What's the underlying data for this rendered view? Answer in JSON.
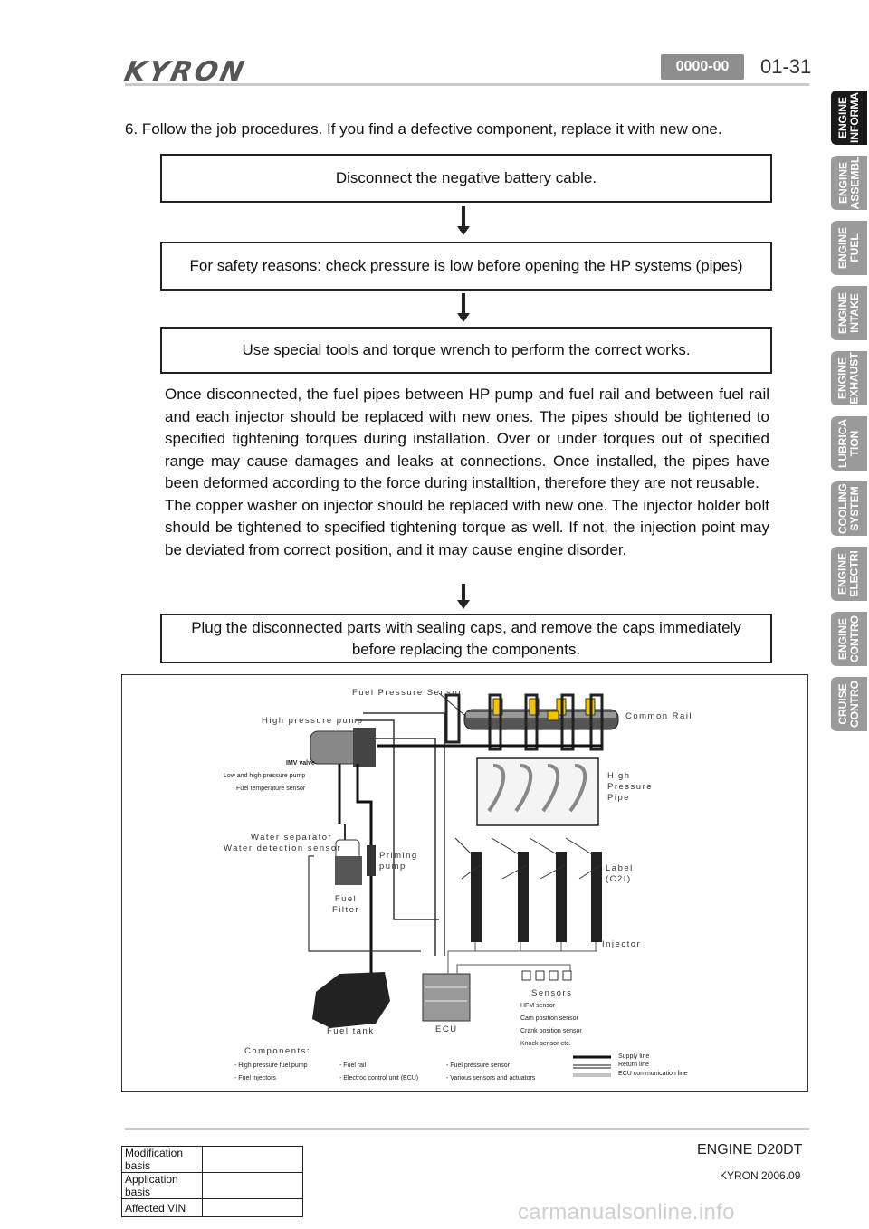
{
  "header": {
    "logo": "KYRON",
    "section_code": "0000-00",
    "page_number": "01-31"
  },
  "side_tabs": [
    {
      "label": "ENGINE\nINFORMA",
      "active": true
    },
    {
      "label": "ENGINE\nASSEMBL",
      "active": false
    },
    {
      "label": "ENGINE\nFUEL",
      "active": false
    },
    {
      "label": "ENGINE\nINTAKE",
      "active": false
    },
    {
      "label": "ENGINE\nEXHAUST",
      "active": false
    },
    {
      "label": "LUBRICA\nTION",
      "active": false
    },
    {
      "label": "COOLING\nSYSTEM",
      "active": false
    },
    {
      "label": "ENGINE\nELECTRI",
      "active": false
    },
    {
      "label": "ENGINE\nCONTRO",
      "active": false
    },
    {
      "label": "CRUISE\nCONTRO",
      "active": false
    }
  ],
  "intro": "6. Follow the job procedures. If you find a defective component, replace it with new one.",
  "steps": [
    "Disconnect the negative battery cable.",
    "For safety reasons: check pressure is low before opening the HP systems (pipes)",
    "Use special tools and torque wrench to perform the correct works.",
    "Plug the disconnected parts with sealing caps, and remove the caps immediately before replacing the components."
  ],
  "paragraphs": [
    "Once disconnected, the fuel pipes between HP pump and fuel rail and between fuel rail and each injector should be replaced with new ones. The pipes should be tightened to specified tightening torques during installation. Over or under torques out of specified range may cause damages and leaks at connections. Once installed, the pipes have been deformed according to the force during installtion, therefore they are not reusable.",
    "The copper washer on injector should be replaced with new one. The injector holder bolt should be tightened to specified tightening torque as well. If not, the injection point may be deviated from correct position, and it may cause engine disorder."
  ],
  "diagram": {
    "fuel_pressure_sensor": "Fuel Pressure Sensor",
    "high_pressure_pump": "High pressure pump",
    "common_rail": "Common Rail",
    "imv_valve": "IMV valve",
    "low_high_pump": "Low and high pressure pump",
    "fuel_temp_sensor": "Fuel temperature sensor",
    "high_pressure_pipe": "High\nPressure\nPipe",
    "water_separator": "Water separator",
    "water_detection": "Water detection sensor",
    "priming_pump": "Priming\npump",
    "fuel_filter": "Fuel\nFilter",
    "label_c2i": "Label\n(C2I)",
    "injector": "Injector",
    "sensors": "Sensors",
    "sensor_list": [
      "HFM sensor",
      "Cam position sensor",
      "Crank position sensor",
      "Knock sensor etc."
    ],
    "fuel_tank": "Fuel tank",
    "ecu": "ECU",
    "components_title": "Components:",
    "components": [
      "- High pressure fuel pump",
      "- Fuel rail",
      "- Fuel pressure sensor",
      "- Fuel injectors",
      "- Electroc control unit (ECU)",
      "- Various sensors and actuators"
    ],
    "legend": [
      "Supply line",
      "Return line",
      "ECU communication line"
    ]
  },
  "footer": {
    "engine": "ENGINE D20DT",
    "model": "KYRON 2006.09",
    "table": [
      {
        "label": "Modification basis",
        "value": ""
      },
      {
        "label": "Application basis",
        "value": ""
      },
      {
        "label": "Affected VIN",
        "value": ""
      }
    ],
    "watermark": "carmanualsonline.info"
  }
}
